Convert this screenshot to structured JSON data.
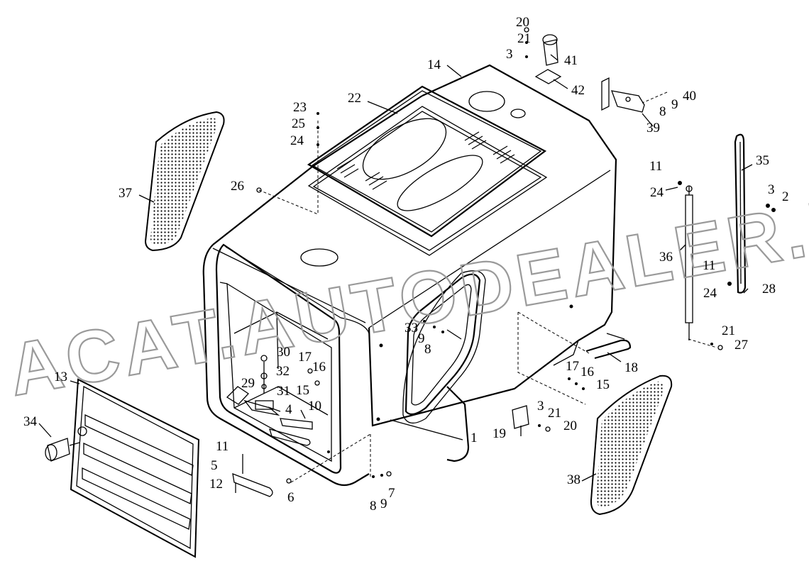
{
  "watermark": "ACAT.AUTODEALER.RU",
  "callouts": [
    {
      "id": "c1",
      "label": "1"
    },
    {
      "id": "c2",
      "label": "2"
    },
    {
      "id": "c3a",
      "label": "3"
    },
    {
      "id": "c3b",
      "label": "3"
    },
    {
      "id": "c3c",
      "label": "3"
    },
    {
      "id": "c4",
      "label": "4"
    },
    {
      "id": "c5",
      "label": "5"
    },
    {
      "id": "c6",
      "label": "6"
    },
    {
      "id": "c7",
      "label": "7"
    },
    {
      "id": "c8a",
      "label": "8"
    },
    {
      "id": "c8b",
      "label": "8"
    },
    {
      "id": "c8c",
      "label": "8"
    },
    {
      "id": "c9a",
      "label": "9"
    },
    {
      "id": "c9b",
      "label": "9"
    },
    {
      "id": "c9c",
      "label": "9"
    },
    {
      "id": "c10",
      "label": "10"
    },
    {
      "id": "c11a",
      "label": "11"
    },
    {
      "id": "c11b",
      "label": "11"
    },
    {
      "id": "c11c",
      "label": "11"
    },
    {
      "id": "c12",
      "label": "12"
    },
    {
      "id": "c13",
      "label": "13"
    },
    {
      "id": "c14",
      "label": "14"
    },
    {
      "id": "c15a",
      "label": "15"
    },
    {
      "id": "c15b",
      "label": "15"
    },
    {
      "id": "c16a",
      "label": "16"
    },
    {
      "id": "c16b",
      "label": "16"
    },
    {
      "id": "c17a",
      "label": "17"
    },
    {
      "id": "c17b",
      "label": "17"
    },
    {
      "id": "c18",
      "label": "18"
    },
    {
      "id": "c19",
      "label": "19"
    },
    {
      "id": "c20a",
      "label": "20"
    },
    {
      "id": "c20b",
      "label": "20"
    },
    {
      "id": "c21a",
      "label": "21"
    },
    {
      "id": "c21b",
      "label": "21"
    },
    {
      "id": "c21c",
      "label": "21"
    },
    {
      "id": "c22",
      "label": "22"
    },
    {
      "id": "c23",
      "label": "23"
    },
    {
      "id": "c24a",
      "label": "24"
    },
    {
      "id": "c24b",
      "label": "24"
    },
    {
      "id": "c24c",
      "label": "24"
    },
    {
      "id": "c25",
      "label": "25"
    },
    {
      "id": "c26",
      "label": "26"
    },
    {
      "id": "c27",
      "label": "27"
    },
    {
      "id": "c28",
      "label": "28"
    },
    {
      "id": "c29",
      "label": "29"
    },
    {
      "id": "c30",
      "label": "30"
    },
    {
      "id": "c31",
      "label": "31"
    },
    {
      "id": "c32",
      "label": "32"
    },
    {
      "id": "c33",
      "label": "33"
    },
    {
      "id": "c34",
      "label": "34"
    },
    {
      "id": "c35",
      "label": "35"
    },
    {
      "id": "c36",
      "label": "36"
    },
    {
      "id": "c37",
      "label": "37"
    },
    {
      "id": "c38",
      "label": "38"
    },
    {
      "id": "c39",
      "label": "39"
    },
    {
      "id": "c40",
      "label": "40"
    },
    {
      "id": "c41",
      "label": "41"
    },
    {
      "id": "c42",
      "label": "42"
    }
  ]
}
